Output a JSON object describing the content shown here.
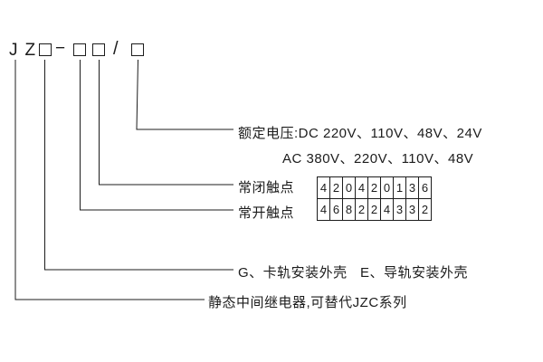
{
  "model_code": {
    "prefix": "JZ",
    "dash": "−",
    "slash": "/"
  },
  "callouts": {
    "rated_voltage_line1": "额定电压:DC 220V、110V、48V、24V",
    "rated_voltage_line2": "AC 380V、220V、110V、48V",
    "nc_contacts": "常闭触点",
    "no_contacts": "常开触点",
    "shell_g": "G、卡轨安装外壳",
    "shell_e": "E、导轨安装外壳",
    "series": "静态中间继电器,可替代JZC系列"
  },
  "contacts_table": {
    "nc_row": [
      "4",
      "2",
      "0",
      "4",
      "2",
      "0",
      "1",
      "3",
      "6"
    ],
    "no_row": [
      "4",
      "6",
      "8",
      "2",
      "2",
      "4",
      "3",
      "3",
      "2"
    ]
  }
}
